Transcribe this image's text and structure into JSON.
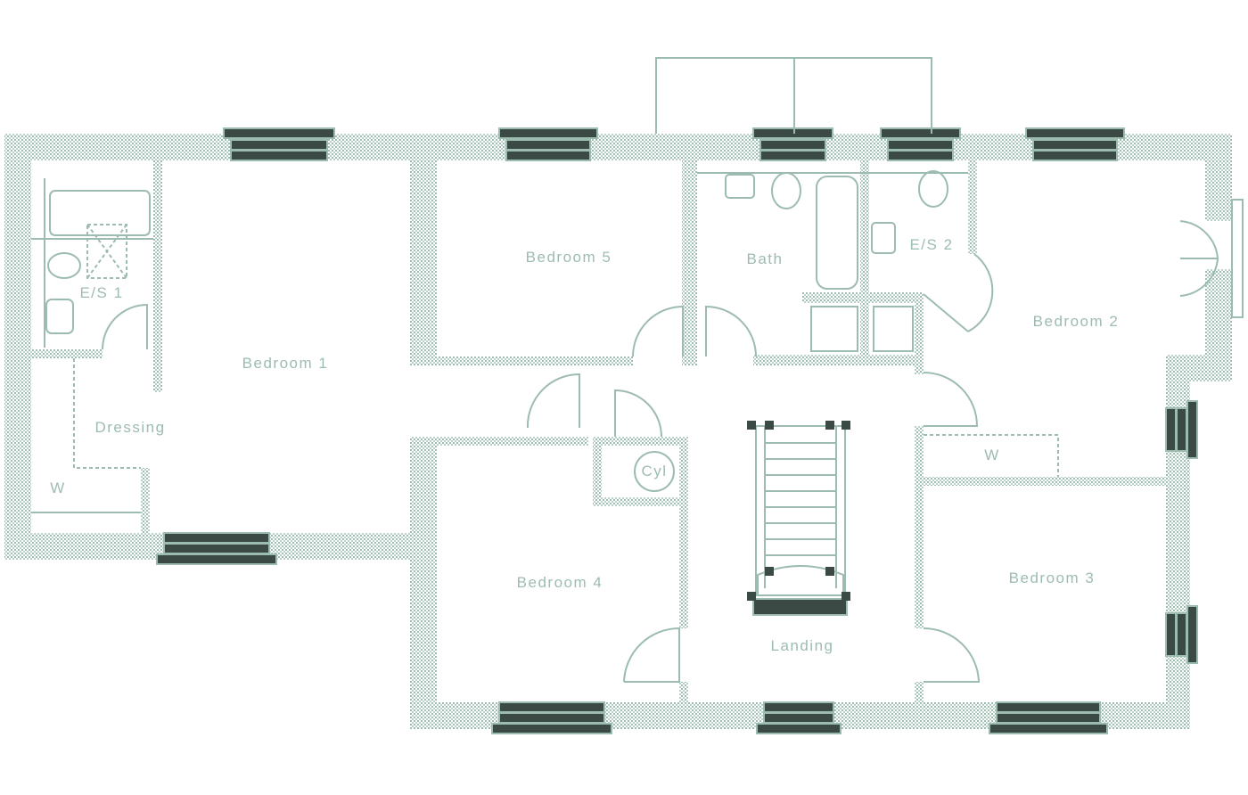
{
  "colors": {
    "wall": "#9dbcb0",
    "window": "#3b4a44",
    "line": "#9dbcb0",
    "text": "#9dbcb0"
  },
  "rooms": [
    {
      "id": "bedroom-1",
      "label": "Bedroom 1"
    },
    {
      "id": "bedroom-2",
      "label": "Bedroom 2"
    },
    {
      "id": "bedroom-3",
      "label": "Bedroom 3"
    },
    {
      "id": "bedroom-4",
      "label": "Bedroom 4"
    },
    {
      "id": "bedroom-5",
      "label": "Bedroom 5"
    },
    {
      "id": "bath",
      "label": "Bath"
    },
    {
      "id": "es1",
      "label": "E/S 1"
    },
    {
      "id": "es2",
      "label": "E/S 2"
    },
    {
      "id": "dressing",
      "label": "Dressing"
    },
    {
      "id": "landing",
      "label": "Landing"
    },
    {
      "id": "w1",
      "label": "W"
    },
    {
      "id": "w2",
      "label": "W"
    },
    {
      "id": "cyl",
      "label": "Cyl"
    }
  ]
}
